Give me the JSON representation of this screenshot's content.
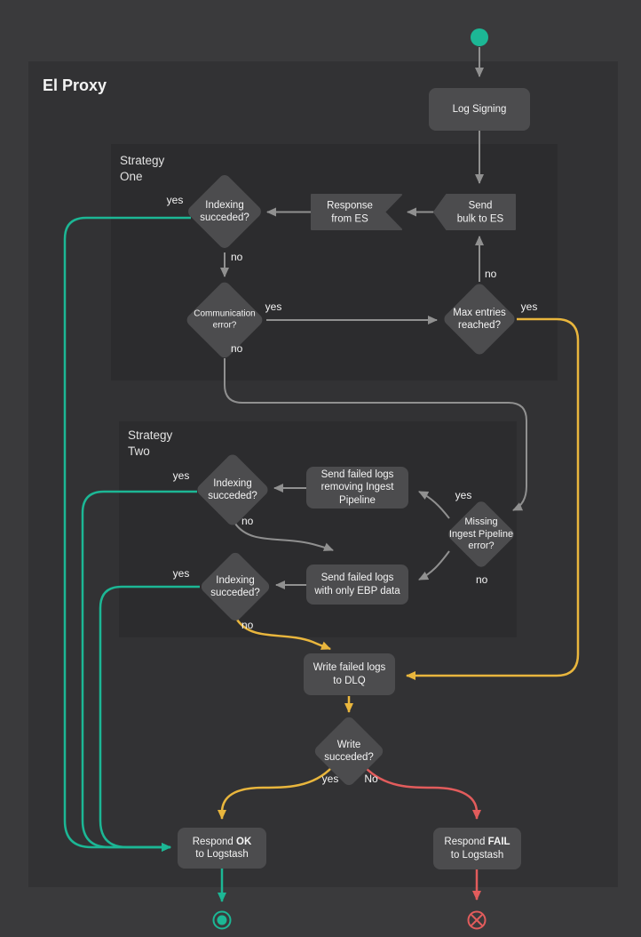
{
  "title": "El Proxy",
  "panels": {
    "strategy_one": {
      "line1": "Strategy",
      "line2": "One"
    },
    "strategy_two": {
      "line1": "Strategy",
      "line2": "Two"
    }
  },
  "nodes": {
    "log_signing": {
      "line1": "Log Signing"
    },
    "send_bulk": {
      "line1": "Send",
      "line2": "bulk to ES"
    },
    "response_es": {
      "line1": "Response",
      "line2": "from ES"
    },
    "indexing_s1": {
      "line1": "Indexing",
      "line2": "succeded?"
    },
    "communication_error": {
      "line1": "Communication",
      "line2": "error?"
    },
    "max_entries": {
      "line1": "Max entries",
      "line2": "reached?"
    },
    "send_failed_removing": {
      "line1": "Send failed logs",
      "line2": "removing Ingest",
      "line3": "Pipeline"
    },
    "missing_ingest": {
      "line1": "Missing",
      "line2": "Ingest Pipeline",
      "line3": "error?"
    },
    "indexing_s2a": {
      "line1": "Indexing",
      "line2": "succeded?"
    },
    "send_failed_ebp": {
      "line1": "Send failed logs",
      "line2": "with only EBP data"
    },
    "indexing_s2b": {
      "line1": "Indexing",
      "line2": "succeded?"
    },
    "write_dlq": {
      "line1": "Write failed logs",
      "line2": "to DLQ"
    },
    "write_succeded": {
      "line1": "Write",
      "line2": "succeded?"
    },
    "respond_ok": {
      "prefix": "Respond",
      "bold": "OK",
      "line2": "to Logstash"
    },
    "respond_fail": {
      "prefix": "Respond",
      "bold": "FAIL",
      "line2": "to Logstash"
    }
  },
  "edge_labels": {
    "s1_indexing_yes": "yes",
    "s1_indexing_no": "no",
    "comm_yes": "yes",
    "comm_no": "no",
    "max_no": "no",
    "max_yes": "yes",
    "s2a_yes": "yes",
    "s2a_no": "no",
    "missing_yes": "yes",
    "missing_no": "no",
    "s2b_yes": "yes",
    "s2b_no": "no",
    "write_yes": "yes",
    "write_no": "No"
  },
  "colors": {
    "teal": "#1cb795",
    "yellow": "#e9b63d",
    "red": "#e25c5c",
    "gray": "#909090",
    "node_fill": "#4c4c4e",
    "page_bg": "#3a3a3c",
    "panel_bg": "#323234",
    "strategy_bg": "#2c2c2e"
  }
}
